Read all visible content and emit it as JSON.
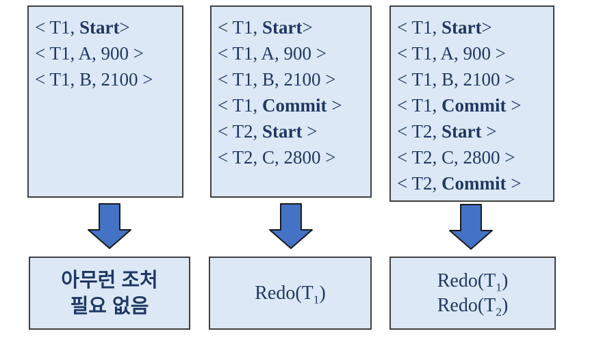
{
  "colors": {
    "background": "#ffffff",
    "box_fill": "#dce8f5",
    "box_border": "#3f3f3f",
    "arrow_fill": "#4472c4",
    "arrow_outline": "#1a1a1a",
    "text": "#1f3864"
  },
  "icons": {
    "arrow": "block-down-arrow"
  },
  "log_boxes": [
    {
      "lines": [
        {
          "pre": "< T1, ",
          "bold": "Start",
          "post": ">"
        },
        {
          "pre": "< T1, A, 900 >",
          "bold": "",
          "post": ""
        },
        {
          "pre": "< T1, B, 2100 >",
          "bold": "",
          "post": ""
        }
      ]
    },
    {
      "lines": [
        {
          "pre": "< T1, ",
          "bold": "Start",
          "post": ">"
        },
        {
          "pre": "< T1, A, 900 >",
          "bold": "",
          "post": ""
        },
        {
          "pre": "< T1, B, 2100 >",
          "bold": "",
          "post": ""
        },
        {
          "pre": "< T1, ",
          "bold": "Commit",
          "post": " >"
        },
        {
          "pre": "< T2, ",
          "bold": "Start",
          "post": " >"
        },
        {
          "pre": "< T2, C, 2800 >",
          "bold": "",
          "post": ""
        }
      ]
    },
    {
      "lines": [
        {
          "pre": "< T1, ",
          "bold": "Start",
          "post": ">"
        },
        {
          "pre": "< T1, A, 900 >",
          "bold": "",
          "post": ""
        },
        {
          "pre": "< T1, B, 2100 >",
          "bold": "",
          "post": ""
        },
        {
          "pre": "< T1, ",
          "bold": "Commit",
          "post": " >"
        },
        {
          "pre": "< T2, ",
          "bold": "Start",
          "post": " >"
        },
        {
          "pre": "< T2, C, 2800 >",
          "bold": "",
          "post": ""
        },
        {
          "pre": "< T2, ",
          "bold": "Commit",
          "post": " >"
        }
      ]
    }
  ],
  "result_boxes": [
    {
      "lines": [
        "아무런 조처",
        "필요 없음"
      ]
    },
    {
      "redo_lines": [
        {
          "pre": "Redo(T",
          "sub": "1",
          "post": ")"
        }
      ]
    },
    {
      "redo_lines": [
        {
          "pre": "Redo(T",
          "sub": "1",
          "post": ")"
        },
        {
          "pre": "Redo(T",
          "sub": "2",
          "post": ")"
        }
      ]
    }
  ]
}
